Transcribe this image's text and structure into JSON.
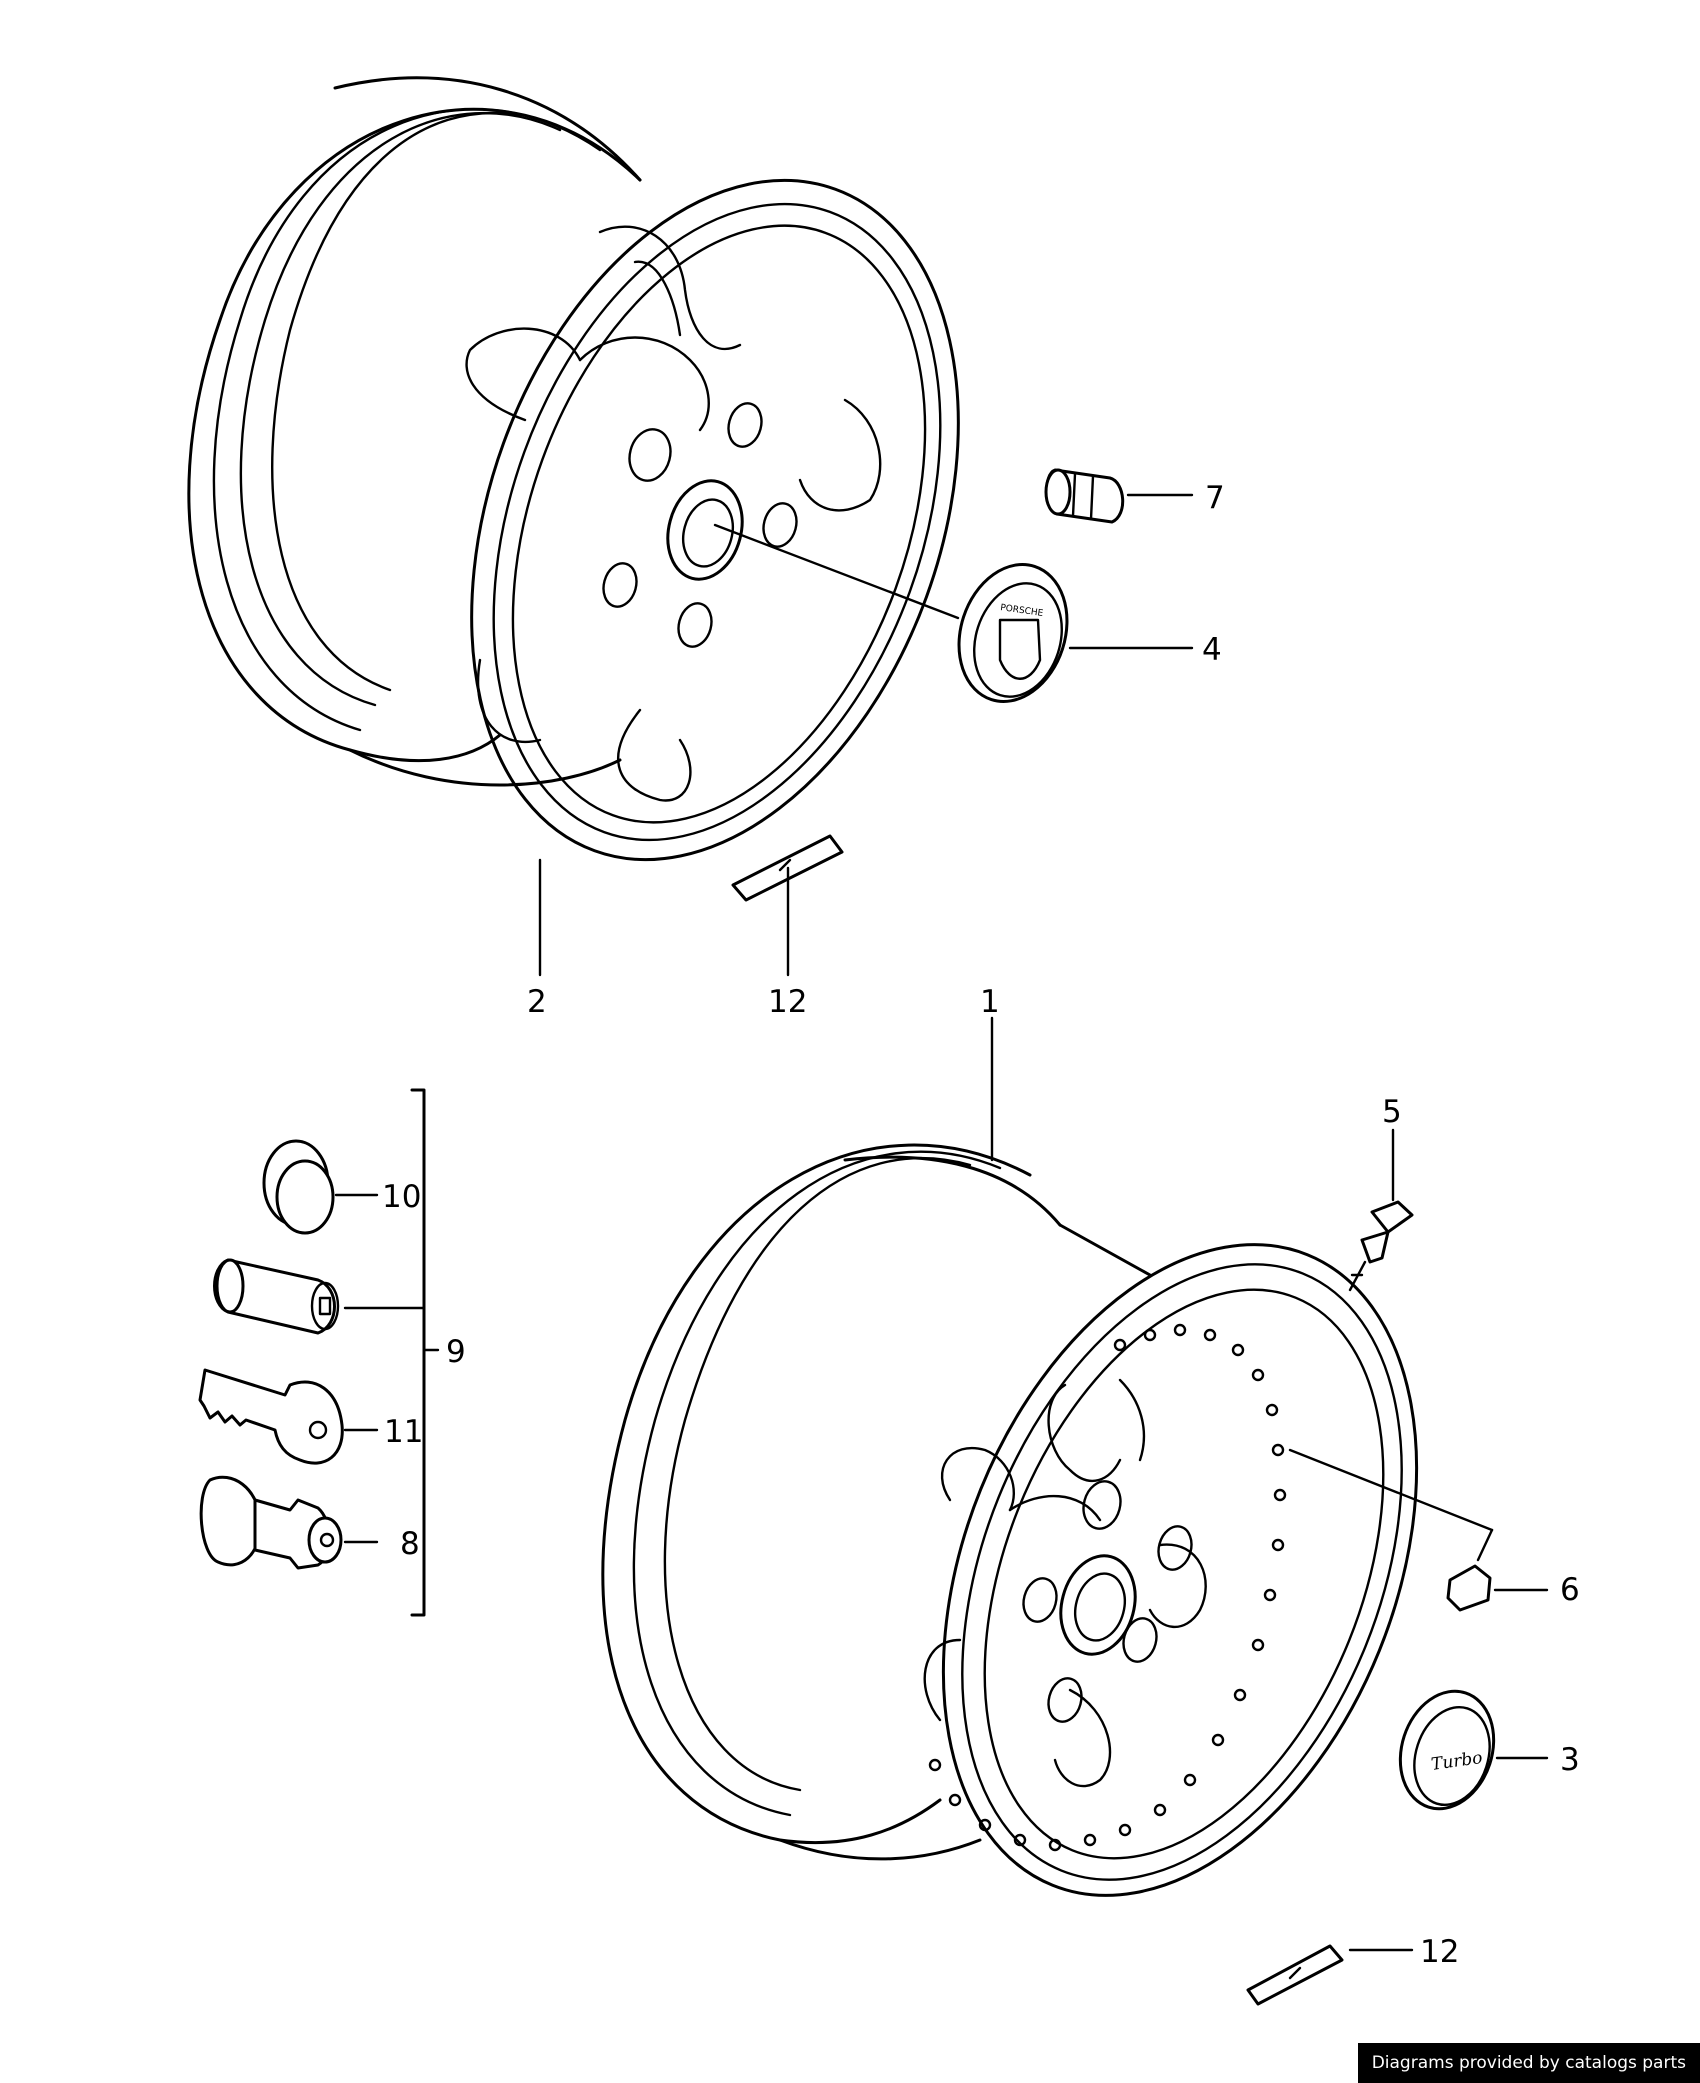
{
  "callouts": [
    {
      "id": "1",
      "text": "1"
    },
    {
      "id": "2",
      "text": "2"
    },
    {
      "id": "3",
      "text": "3"
    },
    {
      "id": "4",
      "text": "4"
    },
    {
      "id": "5",
      "text": "5"
    },
    {
      "id": "6",
      "text": "6"
    },
    {
      "id": "7",
      "text": "7"
    },
    {
      "id": "8",
      "text": "8"
    },
    {
      "id": "9",
      "text": "9"
    },
    {
      "id": "10",
      "text": "10"
    },
    {
      "id": "11",
      "text": "11"
    },
    {
      "id": "12a",
      "text": "12"
    },
    {
      "id": "12b",
      "text": "12"
    }
  ],
  "center_cap_upper_text": "PORSCHE",
  "center_cap_lower_text": "Turbo",
  "credit": "Diagrams provided by catalogs parts"
}
